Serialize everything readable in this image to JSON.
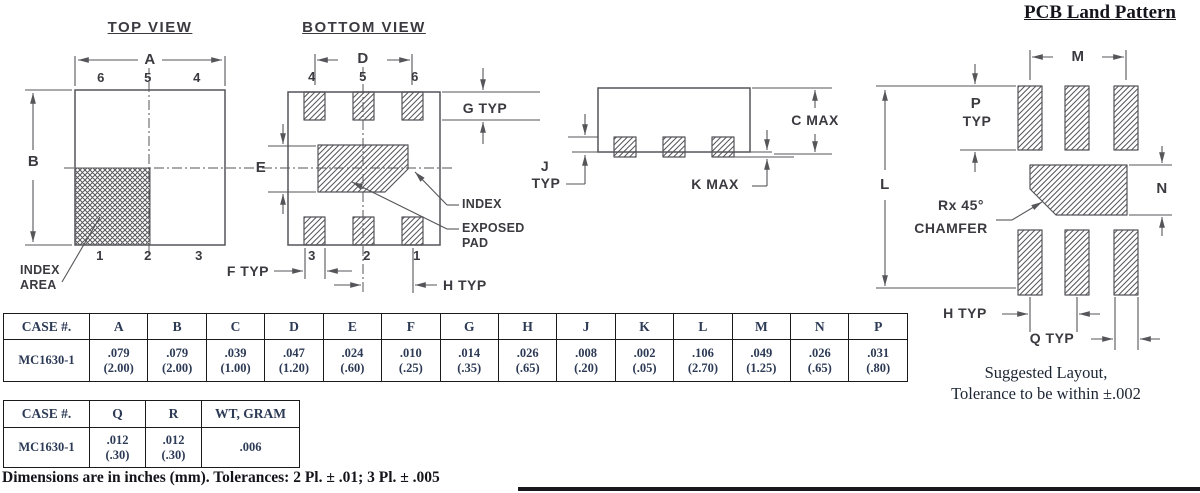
{
  "top_view": {
    "title": "TOP VIEW",
    "dim_a": "A",
    "dim_b": "B",
    "pin_6": "6",
    "pin_5": "5",
    "pin_4": "4",
    "pin_1": "1",
    "pin_2": "2",
    "pin_3": "3",
    "index_line1": "INDEX",
    "index_line2": "AREA"
  },
  "bottom_view": {
    "title": "BOTTOM VIEW",
    "dim_d": "D",
    "dim_e": "E",
    "dim_g": "G TYP",
    "dim_f": "F TYP",
    "dim_h": "H TYP",
    "pin_4": "4",
    "pin_5": "5",
    "pin_6": "6",
    "pin_3": "3",
    "pin_2": "2",
    "pin_1": "1",
    "index_label": "INDEX",
    "exposed_line1": "EXPOSED",
    "exposed_line2": "PAD"
  },
  "side_view": {
    "dim_c": "C MAX",
    "dim_k": "K MAX",
    "dim_j_line1": "J",
    "dim_j_line2": "TYP"
  },
  "land_pattern": {
    "title": "PCB Land Pattern",
    "dim_m": "M",
    "dim_p_line1": "P",
    "dim_p_line2": "TYP",
    "dim_l": "L",
    "dim_n": "N",
    "chamfer_line1": "Rx 45°",
    "chamfer_line2": "CHAMFER",
    "dim_h": "H TYP",
    "dim_q": "Q TYP",
    "note_line1": "Suggested Layout,",
    "note_line2": "Tolerance to be within ±.002"
  },
  "table1": {
    "headers": [
      "CASE #.",
      "A",
      "B",
      "C",
      "D",
      "E",
      "F",
      "G",
      "H",
      "J",
      "K",
      "L",
      "M",
      "N",
      "P"
    ],
    "case": "MC1630-1",
    "values_in": [
      ".079",
      ".079",
      ".039",
      ".047",
      ".024",
      ".010",
      ".014",
      ".026",
      ".008",
      ".002",
      ".106",
      ".049",
      ".026",
      ".031"
    ],
    "values_mm": [
      "(2.00)",
      "(2.00)",
      "(1.00)",
      "(1.20)",
      "(.60)",
      "(.25)",
      "(.35)",
      "(.65)",
      "(.20)",
      "(.05)",
      "(2.70)",
      "(1.25)",
      "(.65)",
      "(.80)"
    ]
  },
  "table2": {
    "headers": [
      "CASE #.",
      "Q",
      "R",
      "WT, GRAM"
    ],
    "case": "MC1630-1",
    "q_in": ".012",
    "q_mm": "(.30)",
    "r_in": ".012",
    "r_mm": "(.30)",
    "wt": ".006"
  },
  "footnote": "Dimensions are in inches (mm). Tolerances: 2 Pl. ± .01; 3 Pl. ± .005",
  "colors": {
    "line": "#55555a",
    "drawing_text": "#3a3a40",
    "table_text": "#2c3a55",
    "ink": "#14141b"
  }
}
